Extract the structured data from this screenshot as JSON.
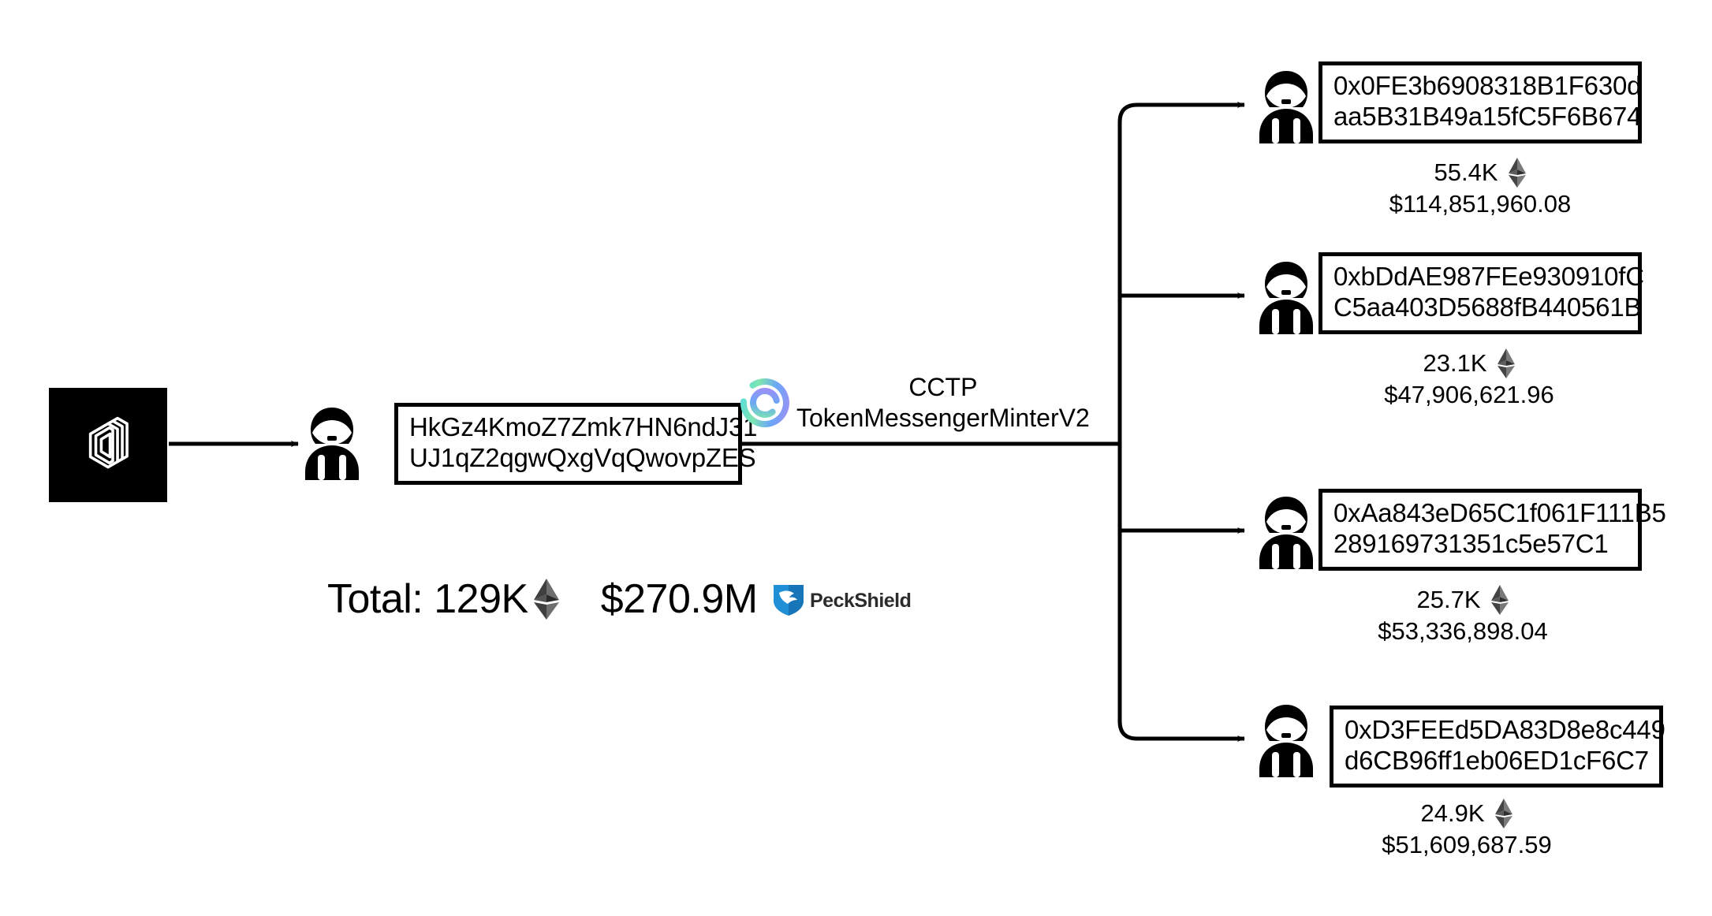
{
  "diagram": {
    "source": {
      "protocol_logo_name": "drift-protocol-logo",
      "address": {
        "line1": "HkGz4KmoZ7Zmk7HN6ndJ31",
        "line2": "UJ1qZ2qgwQxgVqQwovpZES"
      },
      "actor_icon": "hacker-icon"
    },
    "bridge": {
      "logo_name": "cctp-circle-logo",
      "label_line1": "CCTP",
      "label_line2": "TokenMessengerMinterV2"
    },
    "total": {
      "label": "Total: 129K",
      "eth_icon": "ethereum-icon",
      "usd": "$270.9M",
      "attribution_logo": "peckshield-logo",
      "attribution_text": "PeckShield"
    },
    "destinations": [
      {
        "actor_icon": "hacker-icon",
        "address_line1": "0x0FE3b6908318B1F630d",
        "address_line2": "aa5B31B49a15fC5F6B674",
        "eth_amount": "55.4K",
        "eth_icon": "ethereum-icon",
        "usd_amount": "$114,851,960.08"
      },
      {
        "actor_icon": "hacker-icon",
        "address_line1": "0xbDdAE987FEe930910fC",
        "address_line2": "C5aa403D5688fB440561B",
        "eth_amount": "23.1K",
        "eth_icon": "ethereum-icon",
        "usd_amount": "$47,906,621.96"
      },
      {
        "actor_icon": "hacker-icon",
        "address_line1": "0xAa843eD65C1f061F111B5",
        "address_line2": "289169731351c5e57C1",
        "eth_amount": "25.7K",
        "eth_icon": "ethereum-icon",
        "usd_amount": "$53,336,898.04"
      },
      {
        "actor_icon": "hacker-icon",
        "address_line1": "0xD3FEEd5DA83D8e8c449",
        "address_line2": "d6CB96ff1eb06ED1cF6C7",
        "eth_amount": "24.9K",
        "eth_icon": "ethereum-icon",
        "usd_amount": "$51,609,687.59"
      }
    ]
  },
  "colors": {
    "background": "#ffffff",
    "stroke": "#000000",
    "logo_tile": "#000000",
    "eth_light": "#8c8c8c",
    "eth_dark": "#454545",
    "cctp_cyan": "#4fd8e8",
    "cctp_green": "#7ee5b0",
    "cctp_blue": "#6aa6f7",
    "cctp_purple": "#a78bf5",
    "peckshield_blue": "#1f8fd6",
    "peckshield_text": "#2b2b2b"
  }
}
